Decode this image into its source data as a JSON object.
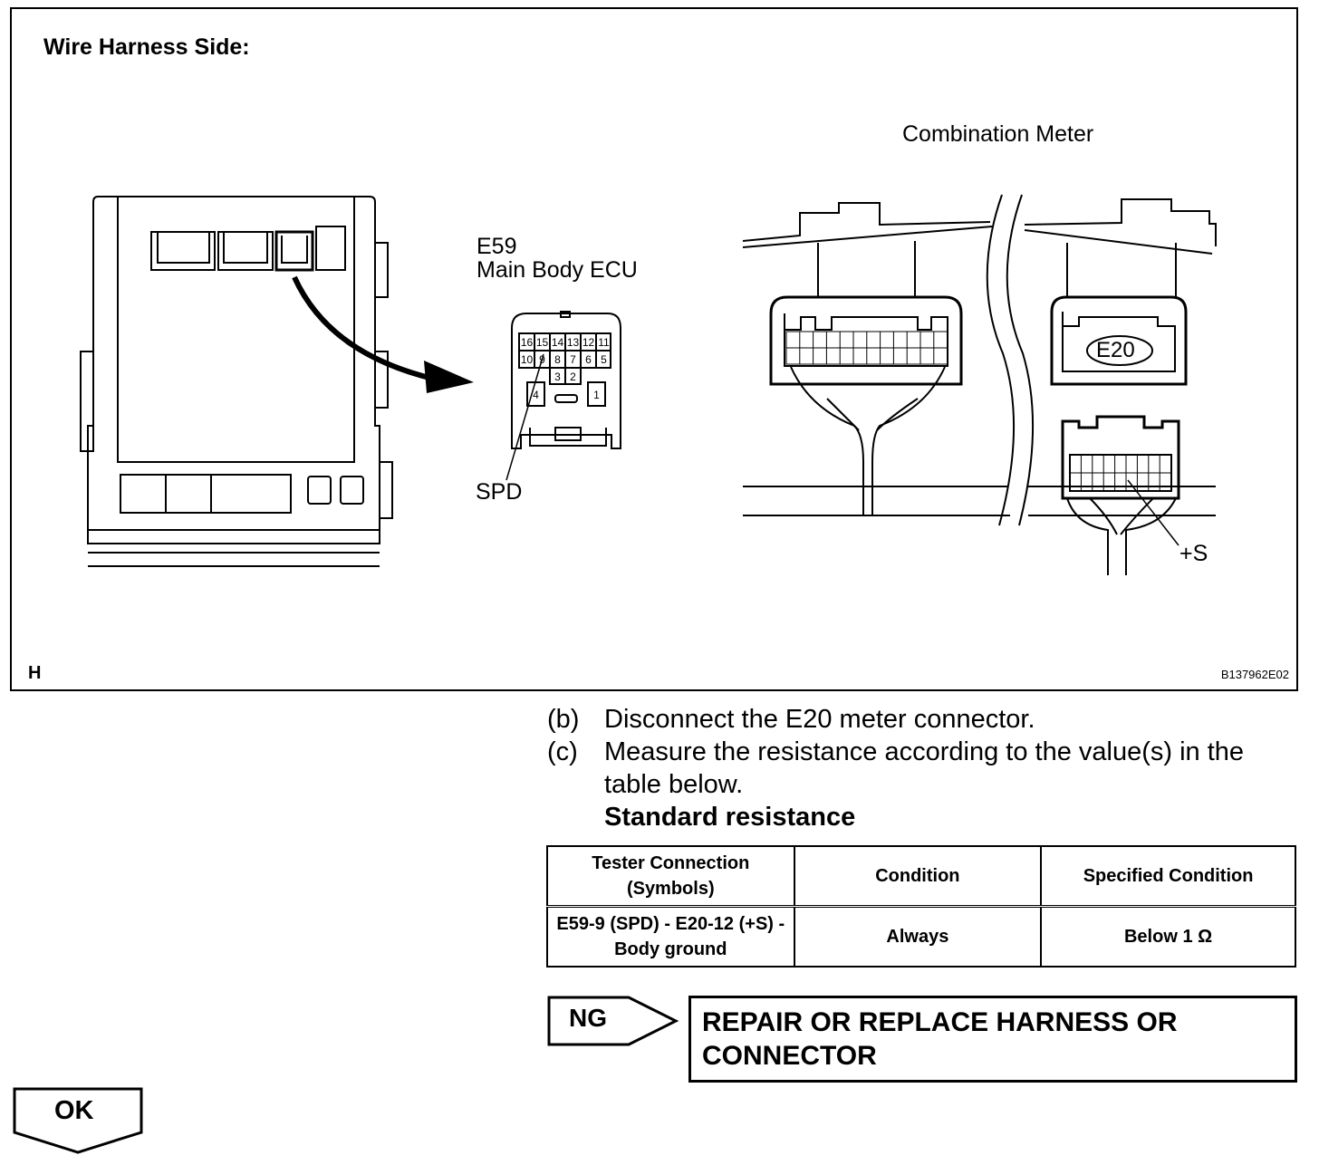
{
  "figure": {
    "title": "Wire Harness Side:",
    "corner_left": "H",
    "corner_right": "B137962E02",
    "connector_id": "E59",
    "connector_name": "Main Body ECU",
    "pins_row1": [
      "16",
      "15",
      "14",
      "13",
      "12",
      "11"
    ],
    "pins_row2": [
      "10",
      "9",
      "8",
      "7",
      "6",
      "5"
    ],
    "pins_row3": [
      "3",
      "2"
    ],
    "pin_left": "4",
    "pin_right": "1",
    "spd_label": "SPD",
    "meter_label": "Combination Meter",
    "meter_connector_id": "E20",
    "plus_s_label": "+S"
  },
  "steps": [
    {
      "mark": "(b)",
      "text": "Disconnect the E20 meter connector."
    },
    {
      "mark": "(c)",
      "text": "Measure the resistance according to the value(s) in the table below."
    }
  ],
  "standard_label": "Standard resistance",
  "table": {
    "headers": [
      "Tester Connection (Symbols)",
      "Condition",
      "Specified Condition"
    ],
    "row": [
      "E59-9 (SPD) - E20-12 (+S) - Body ground",
      "Always",
      "Below 1 Ω"
    ]
  },
  "ng": {
    "tag": "NG",
    "result": "REPAIR OR REPLACE HARNESS OR CONNECTOR"
  },
  "ok": {
    "tag": "OK"
  }
}
